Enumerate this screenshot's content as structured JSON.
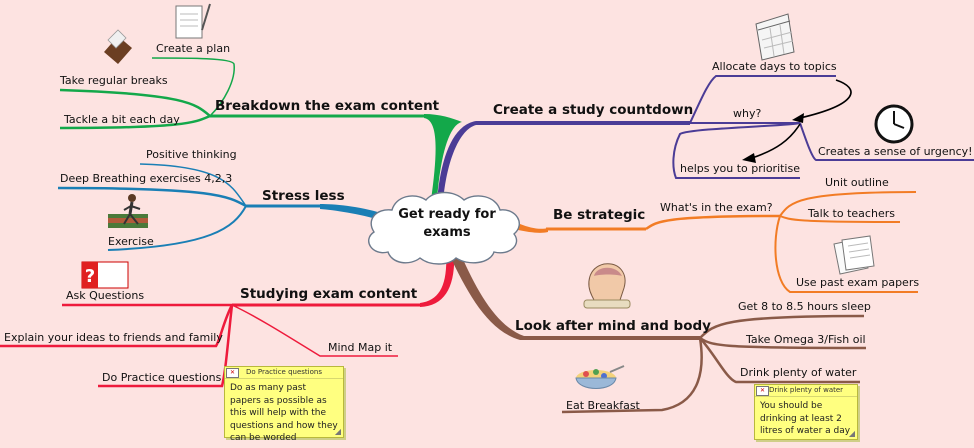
{
  "center": {
    "line1": "Get ready for",
    "line2": "exams"
  },
  "branches": {
    "breakdown": {
      "title": "Breakdown the exam content",
      "items": [
        "Create a plan",
        "Take regular breaks",
        "Tackle a bit each day"
      ]
    },
    "stress": {
      "title": "Stress less",
      "items": [
        "Positive thinking",
        "Deep Breathing exercises 4,2,3",
        "Exercise"
      ]
    },
    "studying": {
      "title": "Studying exam content",
      "items": [
        "Ask Questions",
        "Explain your ideas to friends and family",
        "Do Practice questions",
        "Mind Map it"
      ]
    },
    "countdown": {
      "title": "Create a study countdown",
      "items": [
        "Allocate days to topics",
        "why?",
        "helps you to prioritise",
        "Creates a sense of urgency!!!"
      ]
    },
    "strategic": {
      "title": "Be strategic",
      "sub": "What's in the exam?",
      "items": [
        "Unit outline",
        "Talk to teachers",
        "Use past exam papers"
      ]
    },
    "mind": {
      "title": "Look after mind and body",
      "items": [
        "Get 8 to 8.5 hours sleep",
        "Take Omega 3/Fish oil",
        "Drink plenty of water",
        "Eat Breakfast"
      ]
    }
  },
  "notes": {
    "practice": {
      "title": "Do Practice questions",
      "body": "Do as many past papers as possible as this will help with the questions and how they can be worded"
    },
    "water": {
      "title": "Drink plenty of water",
      "body": "You should be drinking at least 2 litres of water a day"
    }
  },
  "icons": {
    "plan": "notepad-pencil-icon",
    "breaks": "chocolate-bar-icon",
    "exercise": "runner-icon",
    "ask": "question-mark-icon",
    "calendar": "calendar-icon",
    "clock": "clock-icon",
    "papers": "exam-papers-icon",
    "brain": "head-brain-icon",
    "breakfast": "cereal-bowl-icon"
  },
  "colors": {
    "background": "#fde3e1",
    "breakdown": "#13a84a",
    "stress": "#1a7fb5",
    "studying": "#ee1b3c",
    "countdown": "#4b3c96",
    "strategic": "#f27c25",
    "mind": "#8a5a48",
    "note": "#ffff80"
  }
}
